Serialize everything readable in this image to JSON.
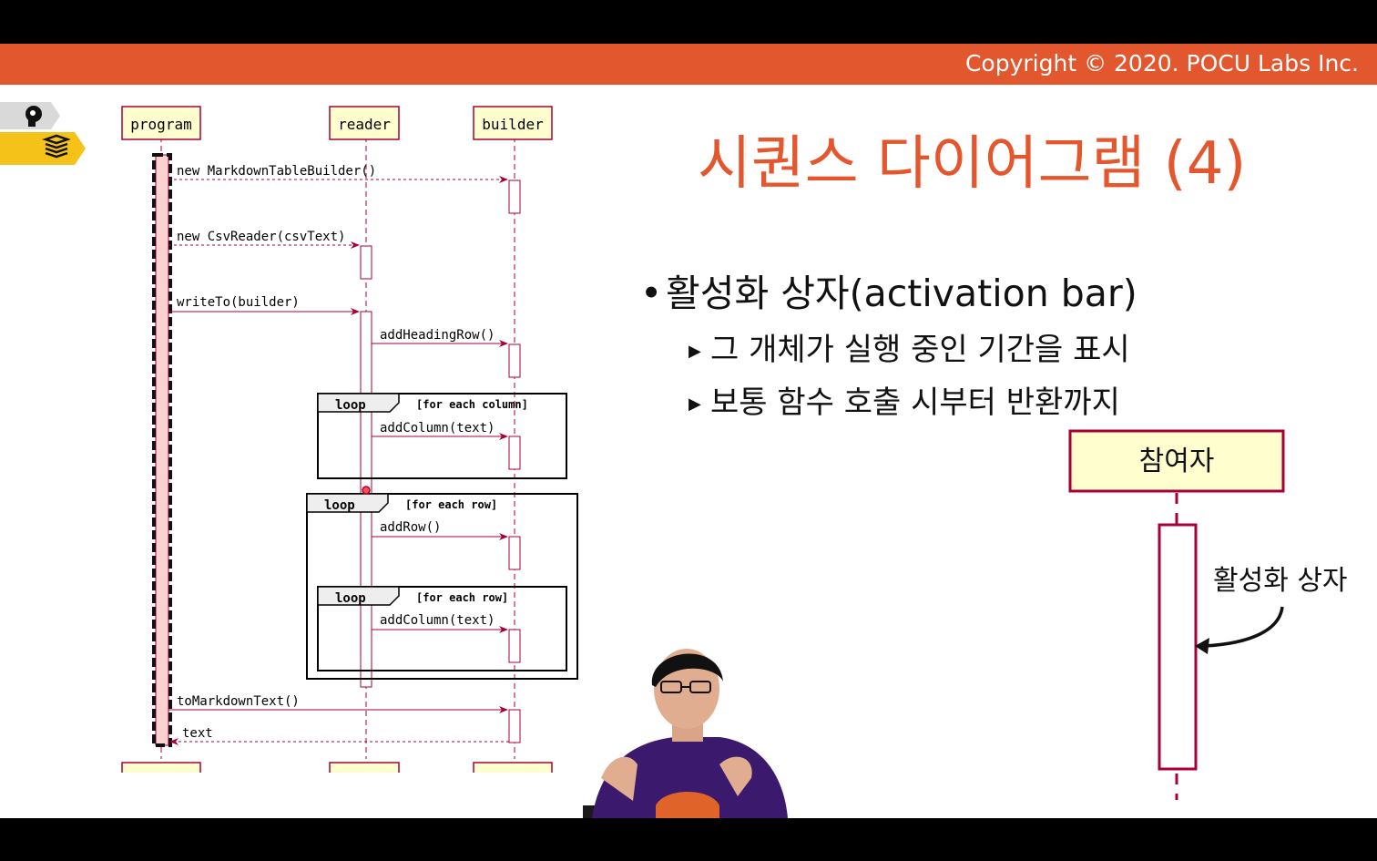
{
  "header": {
    "copyright": "Copyright © 2020. POCU Labs Inc."
  },
  "title": "시퀀스 다이어그램 (4)",
  "bullets": {
    "main": "활성화 상자(activation bar)",
    "sub1": "그 개체가 실행 중인 기간을 표시",
    "sub2": "보통 함수 호출 시부터 반환까지"
  },
  "sequence_diagram": {
    "participants": [
      "program",
      "reader",
      "builder"
    ],
    "messages": [
      {
        "label": "new MarkdownTableBuilder()",
        "from": "program",
        "to": "builder",
        "style": "create"
      },
      {
        "label": "new CsvReader(csvText)",
        "from": "program",
        "to": "reader",
        "style": "create"
      },
      {
        "label": "writeTo(builder)",
        "from": "program",
        "to": "reader",
        "style": "call"
      },
      {
        "label": "addHeadingRow()",
        "from": "reader",
        "to": "builder",
        "style": "call"
      },
      {
        "label": "addColumn(text)",
        "from": "reader",
        "to": "builder",
        "style": "call"
      },
      {
        "label": "addRow()",
        "from": "reader",
        "to": "builder",
        "style": "call"
      },
      {
        "label": "addColumn(text)",
        "from": "reader",
        "to": "builder",
        "style": "call"
      },
      {
        "label": "toMarkdownText()",
        "from": "program",
        "to": "builder",
        "style": "call"
      },
      {
        "label": "text",
        "from": "builder",
        "to": "program",
        "style": "return"
      }
    ],
    "fragments": [
      {
        "keyword": "loop",
        "guard": "[for each column]"
      },
      {
        "keyword": "loop",
        "guard": "[for each row]"
      },
      {
        "keyword": "loop",
        "guard": "[for each row]"
      }
    ]
  },
  "example": {
    "participant_label": "참여자",
    "activation_label": "활성화 상자"
  },
  "colors": {
    "accent": "#e3572e",
    "participant_fill": "#fefece",
    "participant_border": "#a80036",
    "text": "#111111"
  },
  "icons": [
    "head-gear-icon",
    "books-icon"
  ]
}
